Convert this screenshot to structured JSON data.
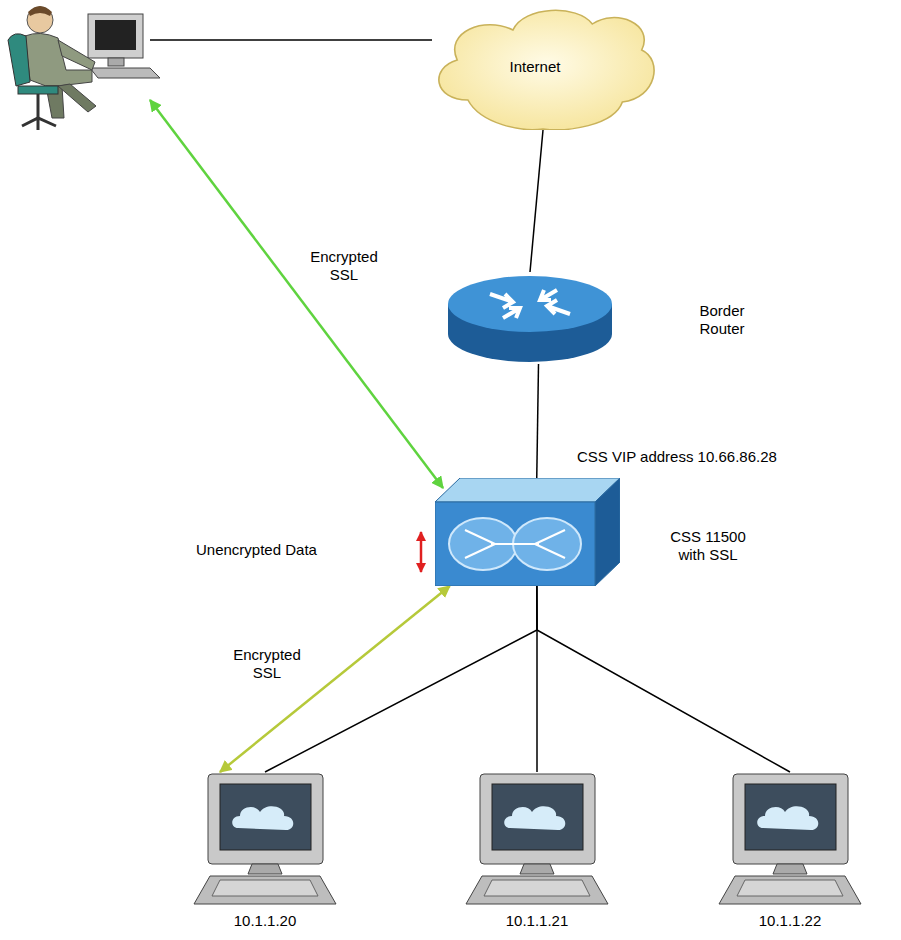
{
  "diagram": {
    "nodes": [
      {
        "text": [
          "Internet"
        ]
      },
      {
        "text": [
          "Border Router"
        ]
      },
      {
        "text": [
          "CSS VIP address 10.66.86.28",
          "CSS 11500 with SSL"
        ]
      },
      {
        "text": [
          "10.1.1.20"
        ]
      },
      {
        "text": [
          "10.1.1.21"
        ]
      },
      {
        "text": [
          "10.1.1.22"
        ]
      }
    ],
    "edges": [
      {
        "from": 0,
        "to": 1,
        "arrow": "none"
      },
      {
        "from": 1,
        "to": 2,
        "arrow": "none"
      },
      {
        "from": 2,
        "to": 3,
        "arrow": "none"
      },
      {
        "from": 2,
        "to": 4,
        "arrow": "none"
      },
      {
        "from": 2,
        "to": 5,
        "arrow": "none"
      },
      {
        "from": 2,
        "to": 3,
        "label": "Encrypted SSL",
        "arrow": "both"
      }
    ],
    "labels": [
      "Encrypted SSL",
      "Unencrypted Data"
    ]
  }
}
